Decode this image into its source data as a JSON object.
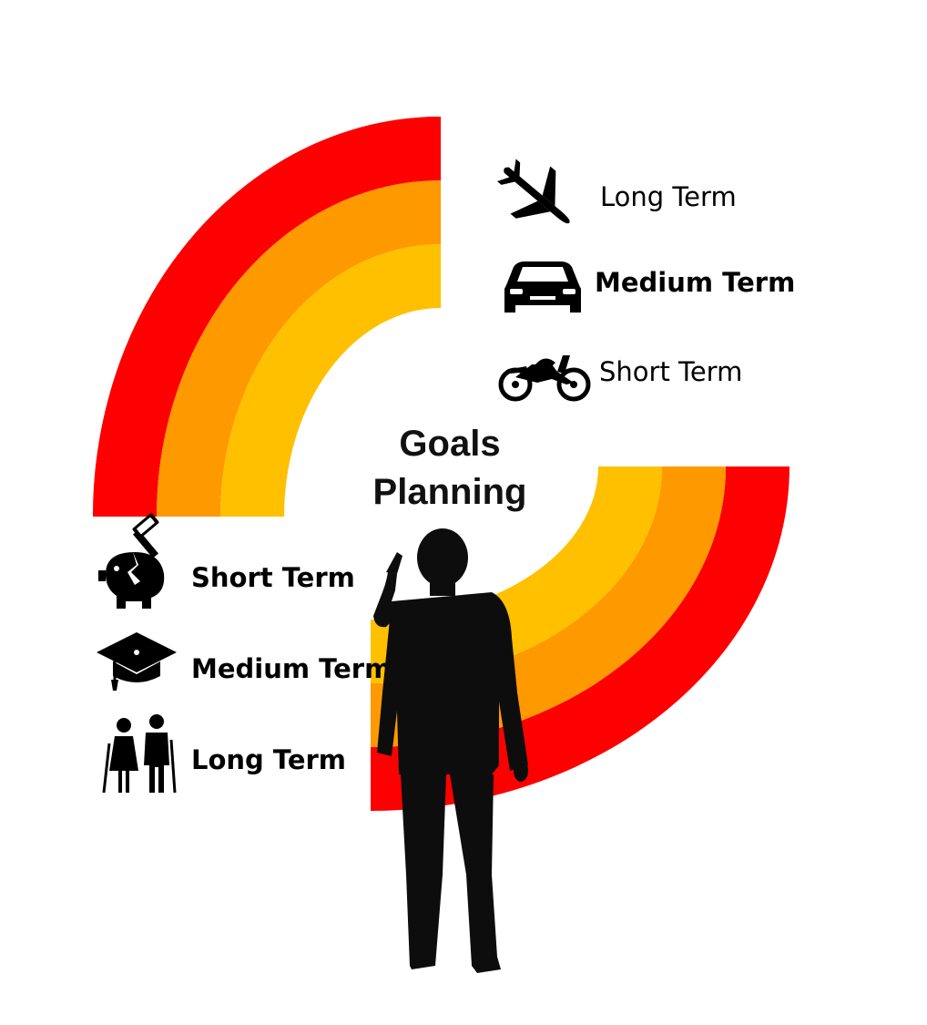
{
  "diagram": {
    "title_line1": "Goals",
    "title_line2": "Planning",
    "colors": {
      "outer_band": "#ff0000",
      "middle_band": "#ff9900",
      "inner_band": "#ffc000",
      "icon": "#000000",
      "person": "#0d0d0d"
    },
    "right_goals": [
      {
        "icon": "airplane-icon",
        "label": "Long Term"
      },
      {
        "icon": "car-icon",
        "label": "Medium Term"
      },
      {
        "icon": "motorcycle-icon",
        "label": "Short Term"
      }
    ],
    "left_goals": [
      {
        "icon": "piggy-bank-icon",
        "label": "Short Term"
      },
      {
        "icon": "graduation-cap-icon",
        "label": "Medium Term"
      },
      {
        "icon": "elderly-couple-icon",
        "label": "Long Term"
      }
    ]
  }
}
